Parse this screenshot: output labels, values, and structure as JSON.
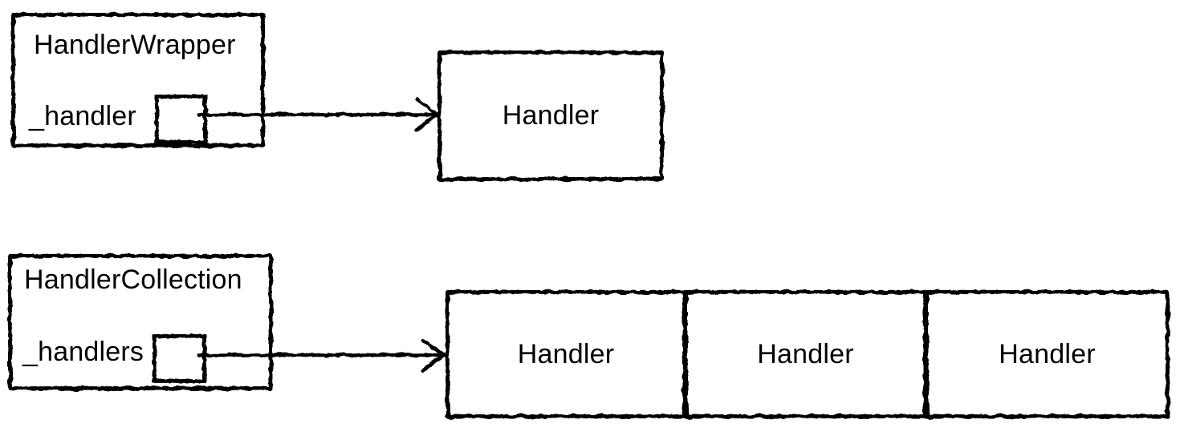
{
  "diagram": {
    "background_color": "#ffffff",
    "stroke_color": "#000000",
    "text_color": "#000000",
    "wrapper_section": {
      "class_title": "HandlerWrapper",
      "field_label": "_handler",
      "target_label": "Handler"
    },
    "collection_section": {
      "class_title": "HandlerCollection",
      "field_label": "_handlers",
      "target_labels": [
        "Handler",
        "Handler",
        "Handler"
      ]
    }
  }
}
